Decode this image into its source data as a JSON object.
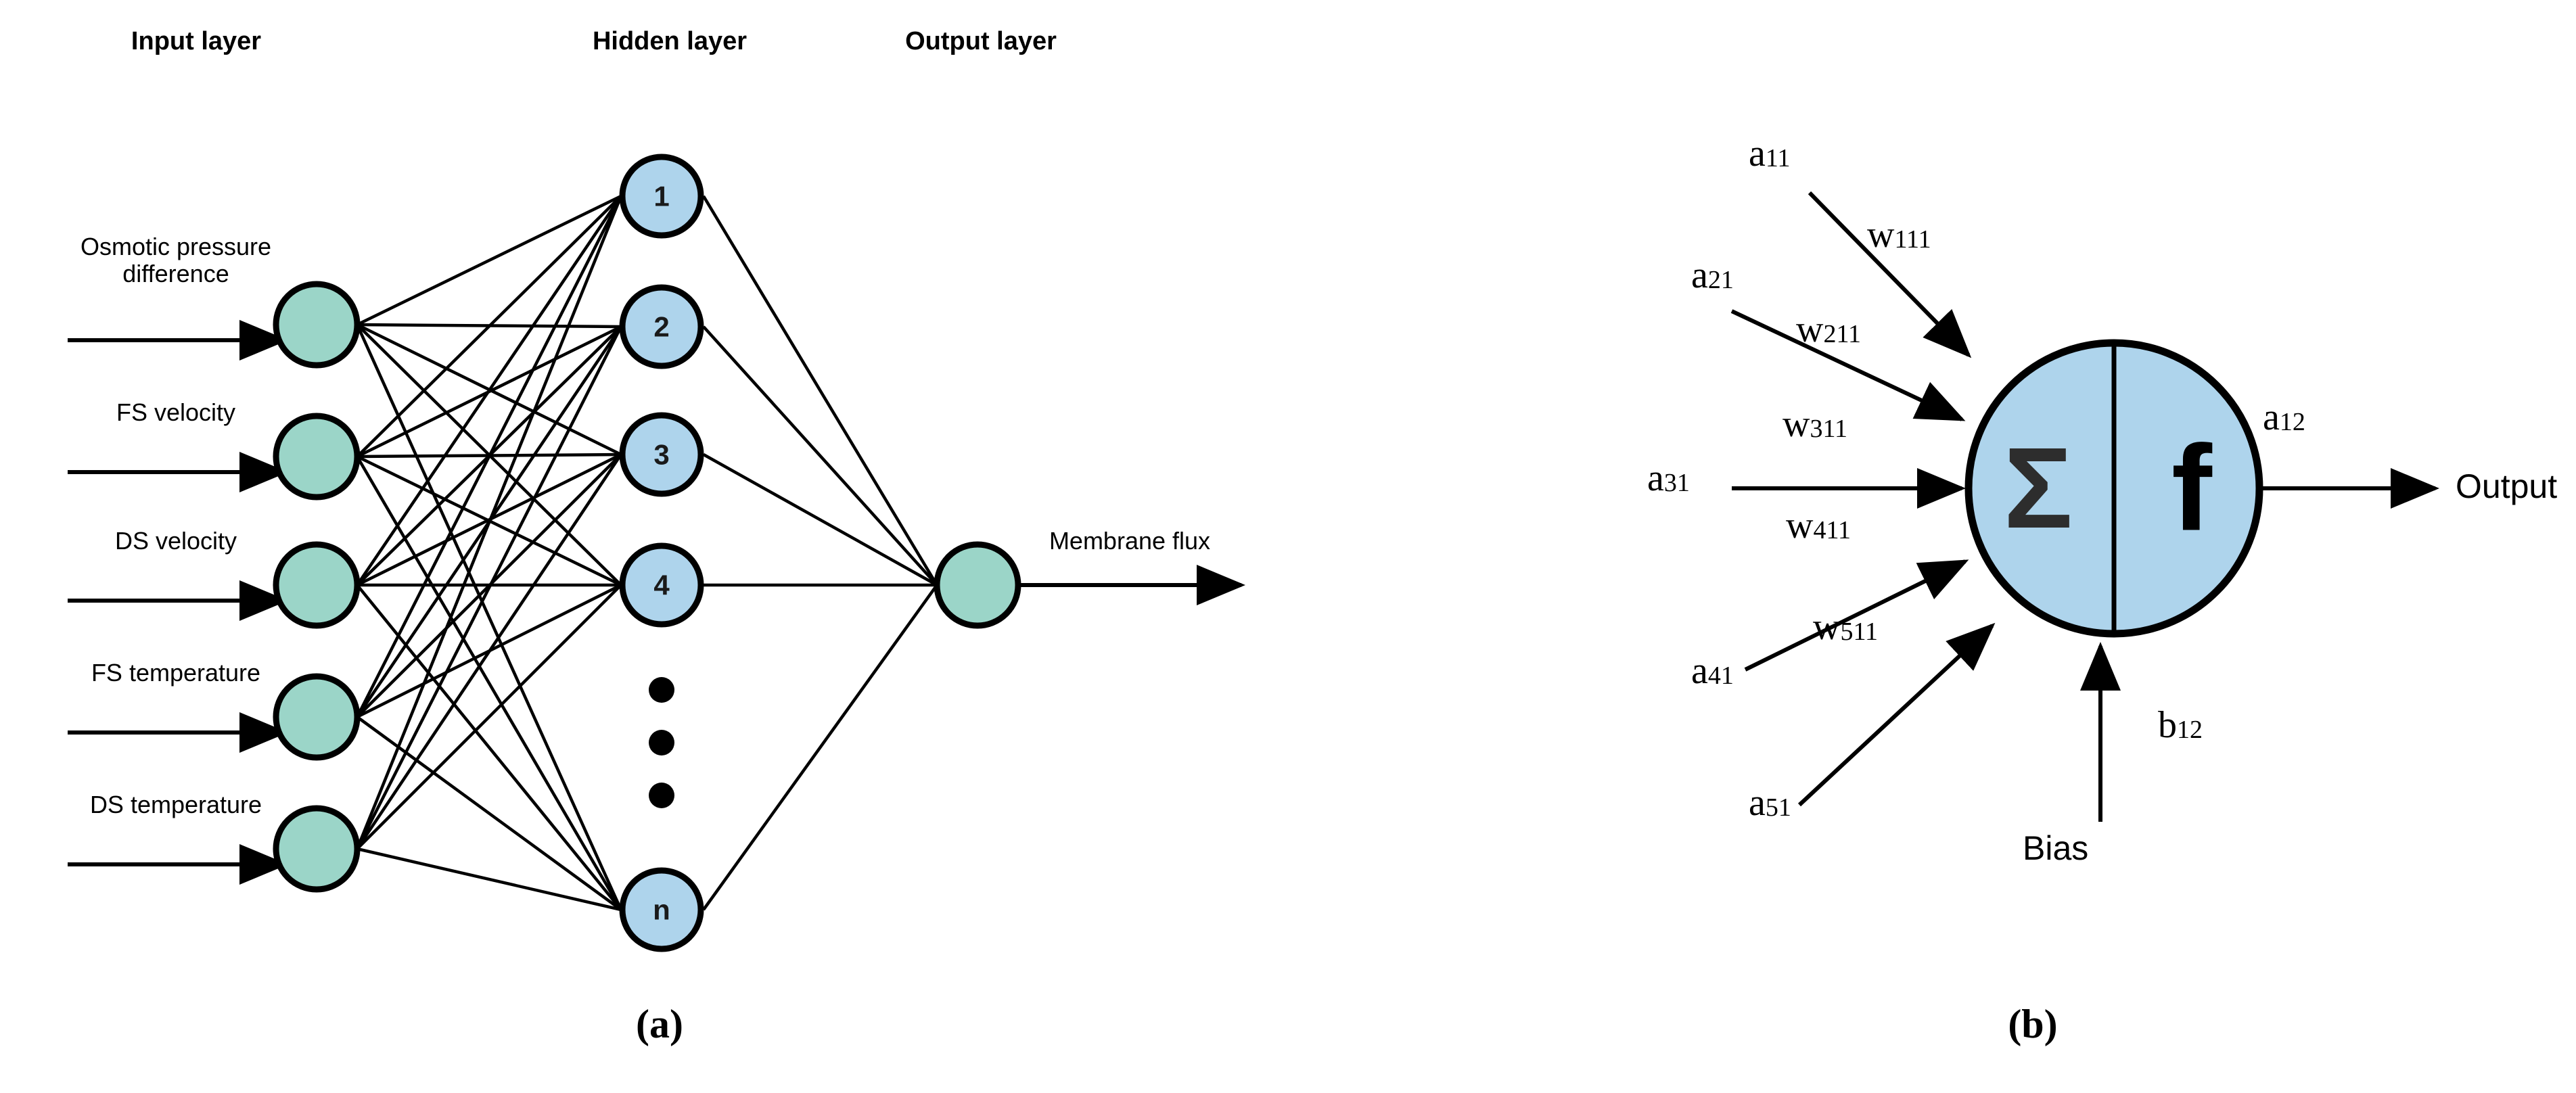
{
  "figure": {
    "panels": [
      {
        "id": "a",
        "caption": "(a)"
      },
      {
        "id": "b",
        "caption": "(b)"
      }
    ]
  },
  "panel_a": {
    "headers": [
      {
        "name": "input-layer-header",
        "label": "Input layer"
      },
      {
        "name": "hidden-layer-header",
        "label": "Hidden layer"
      },
      {
        "name": "output-layer-header",
        "label": "Output layer"
      }
    ],
    "input_nodes": [
      {
        "label_line1": "Osmotic pressure",
        "label_line2": "difference"
      },
      {
        "label_line1": "FS velocity",
        "label_line2": ""
      },
      {
        "label_line1": "DS velocity",
        "label_line2": ""
      },
      {
        "label_line1": "FS temperature",
        "label_line2": ""
      },
      {
        "label_line1": "DS temperature",
        "label_line2": ""
      }
    ],
    "hidden_nodes": [
      "1",
      "2",
      "3",
      "4",
      "n"
    ],
    "ellipsis_dots": 3,
    "output_node_label": "Membrane flux",
    "colors": {
      "input_node_fill": "#9BD5C8",
      "hidden_node_fill": "#AED4EC",
      "output_node_fill": "#9BD5C8",
      "stroke": "#000000"
    }
  },
  "panel_b": {
    "inputs": [
      {
        "activation_base": "a",
        "activation_sub": "11",
        "weight_base": "w",
        "weight_sub": "111"
      },
      {
        "activation_base": "a",
        "activation_sub": "21",
        "weight_base": "w",
        "weight_sub": "211"
      },
      {
        "activation_base": "a",
        "activation_sub": "31",
        "weight_base": "w",
        "weight_sub": "311"
      },
      {
        "activation_base": "a",
        "activation_sub": "41",
        "weight_base": "w",
        "weight_sub": "411"
      },
      {
        "activation_base": "a",
        "activation_sub": "51",
        "weight_base": "w",
        "weight_sub": "511"
      }
    ],
    "bias": {
      "label": "Bias",
      "symbol_base": "b",
      "symbol_sub": "12"
    },
    "neuron": {
      "sum_symbol": "Σ",
      "activation_symbol": "f",
      "fill": "#AED4EC"
    },
    "output": {
      "symbol_base": "a",
      "symbol_sub": "12",
      "label": "Output"
    }
  }
}
